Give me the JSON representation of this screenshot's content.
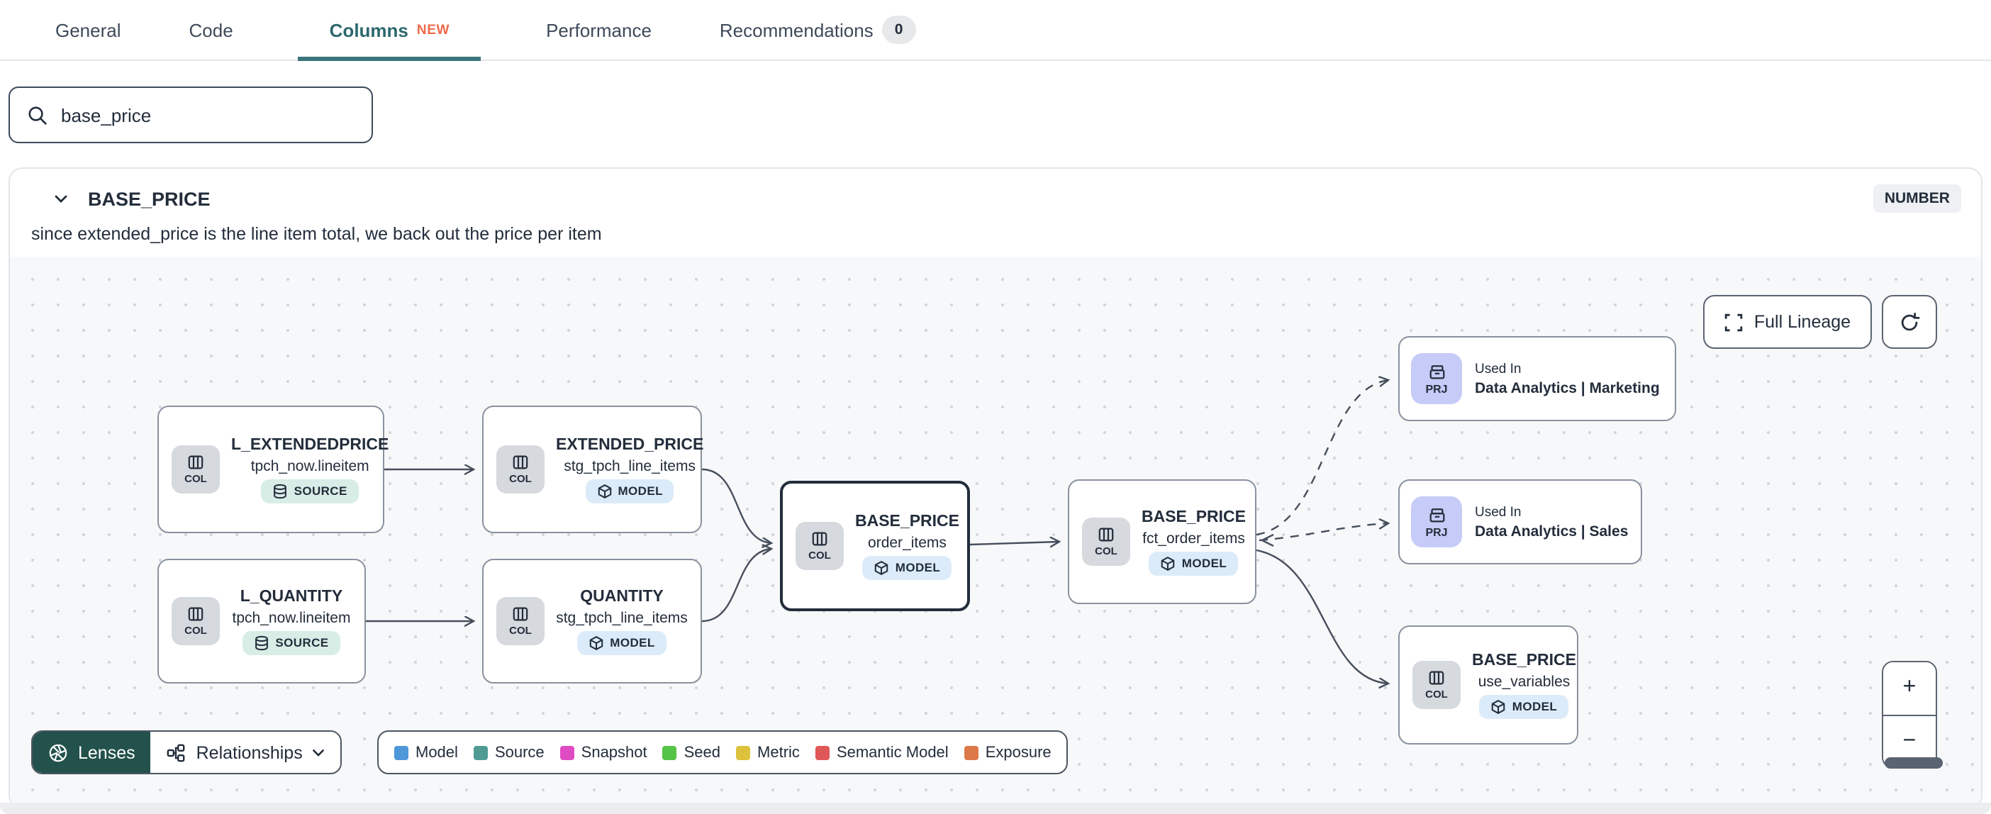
{
  "tabs": {
    "items": [
      {
        "label": "General"
      },
      {
        "label": "Code"
      },
      {
        "label": "Columns",
        "badge": "NEW"
      },
      {
        "label": "Performance"
      },
      {
        "label": "Recommendations",
        "count": "0"
      }
    ]
  },
  "search": {
    "value": "base_price"
  },
  "column": {
    "name": "BASE_PRICE",
    "type": "NUMBER",
    "description": "since extended_price is the line item total, we back out the price per item"
  },
  "lineage": {
    "controls": {
      "full_lineage": "Full Lineage",
      "zoom_in": "+",
      "zoom_out": "−"
    },
    "footer": {
      "lenses": "Lenses",
      "relationships": "Relationships"
    },
    "legend": [
      {
        "label": "Model",
        "color": "#4e97d9"
      },
      {
        "label": "Source",
        "color": "#4f9b93"
      },
      {
        "label": "Snapshot",
        "color": "#df4bc3"
      },
      {
        "label": "Seed",
        "color": "#55c345"
      },
      {
        "label": "Metric",
        "color": "#ddc23d"
      },
      {
        "label": "Semantic Model",
        "color": "#e05757"
      },
      {
        "label": "Exposure",
        "color": "#dd7849"
      }
    ],
    "nodes": [
      {
        "kind": "COL",
        "title": "L_EXTENDEDPRICE",
        "subtitle": "tpch_now.lineitem",
        "badge": "SOURCE"
      },
      {
        "kind": "COL",
        "title": "EXTENDED_PRICE",
        "subtitle": "stg_tpch_line_items",
        "badge": "MODEL"
      },
      {
        "kind": "COL",
        "title": "L_QUANTITY",
        "subtitle": "tpch_now.lineitem",
        "badge": "SOURCE"
      },
      {
        "kind": "COL",
        "title": "QUANTITY",
        "subtitle": "stg_tpch_line_items",
        "badge": "MODEL"
      },
      {
        "kind": "COL",
        "title": "BASE_PRICE",
        "subtitle": "order_items",
        "badge": "MODEL"
      },
      {
        "kind": "COL",
        "title": "BASE_PRICE",
        "subtitle": "fct_order_items",
        "badge": "MODEL"
      },
      {
        "kind": "PRJ",
        "title": "Used In",
        "subtitle": "Data Analytics | Marketing"
      },
      {
        "kind": "PRJ",
        "title": "Used In",
        "subtitle": "Data Analytics | Sales"
      },
      {
        "kind": "COL",
        "title": "BASE_PRICE",
        "subtitle": "use_variables",
        "badge": "MODEL"
      }
    ]
  }
}
